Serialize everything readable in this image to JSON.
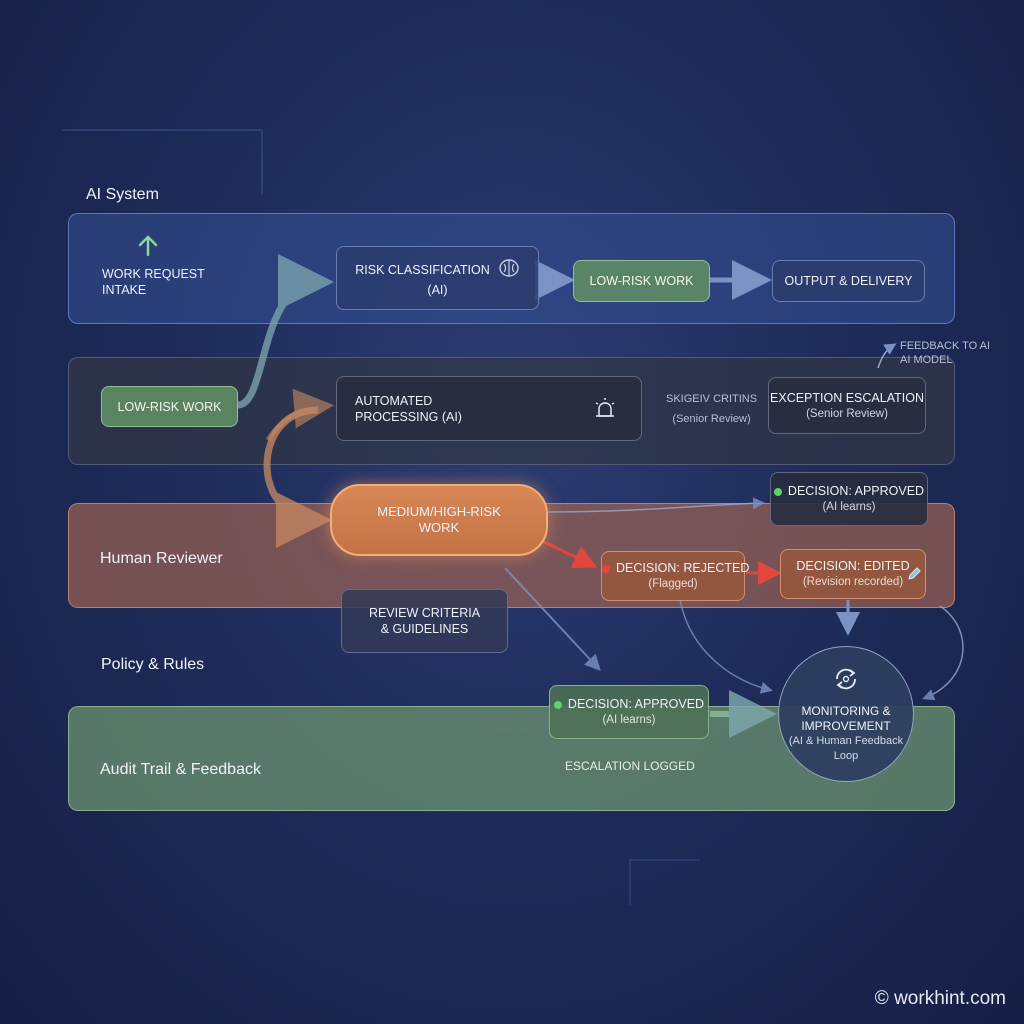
{
  "lanes": {
    "ai_system": "AI System",
    "human_reviewer": "Human Reviewer",
    "policy_rules": "Policy & Rules",
    "audit_trail": "Audit Trail & Feedback"
  },
  "nodes": {
    "intake_line1": "WORK REQUEST",
    "intake_line2": "INTAKE",
    "risk_line1": "RISK CLASSIFICATION",
    "risk_line2": "(AI)",
    "low_risk_top": "LOW-RISK WORK",
    "output": "OUTPUT & DELIVERY",
    "low_risk_left": "LOW-RISK WORK",
    "auto_line1": "AUTOMATED",
    "auto_line2": "PROCESSING (AI)",
    "skiedv_line1": "SKIGEIV CRITINS",
    "skiedv_line2": "(Senior Review)",
    "exception_line1": "EXCEPTION ESCALATION",
    "exception_line2": "(Senior Review)",
    "feedback_line1": "FEEDBACK TO AI",
    "feedback_line2": "AI MODEL",
    "medium_line1": "MEDIUM/HIGH-RISK",
    "medium_line2": "WORK",
    "approved_top_line1": "DECISION: APPROVED",
    "approved_top_line2": "(AI learns)",
    "rejected_line1": "DECISION: REJECTED",
    "rejected_line2": "(Flagged)",
    "edited_line1": "DECISION: EDITED",
    "edited_line2": "(Revision recorded)",
    "criteria_line1": "REVIEW CRITERIA",
    "criteria_line2": "& GUIDELINES",
    "approved_bottom_line1": "DECISION: APPROVED",
    "approved_bottom_line2": "(AI learns)",
    "escalation_logged": "ESCALATION LOGGED",
    "monitoring_line1": "MONITORING &",
    "monitoring_line2": "IMPROVEMENT",
    "monitoring_line3": "(AI & Human Feedback",
    "monitoring_line4": "Loop"
  },
  "colors": {
    "approved_dot": "#5fd36a",
    "rejected_dot": "#e2463c",
    "accent_green": "#8fd89a",
    "accent_orange": "#e88a52"
  },
  "icons": [
    "up-arrow-icon",
    "brain-icon",
    "alarm-icon",
    "refresh-cycle-icon",
    "pencil-icon"
  ],
  "copyright": "© workhint.com"
}
